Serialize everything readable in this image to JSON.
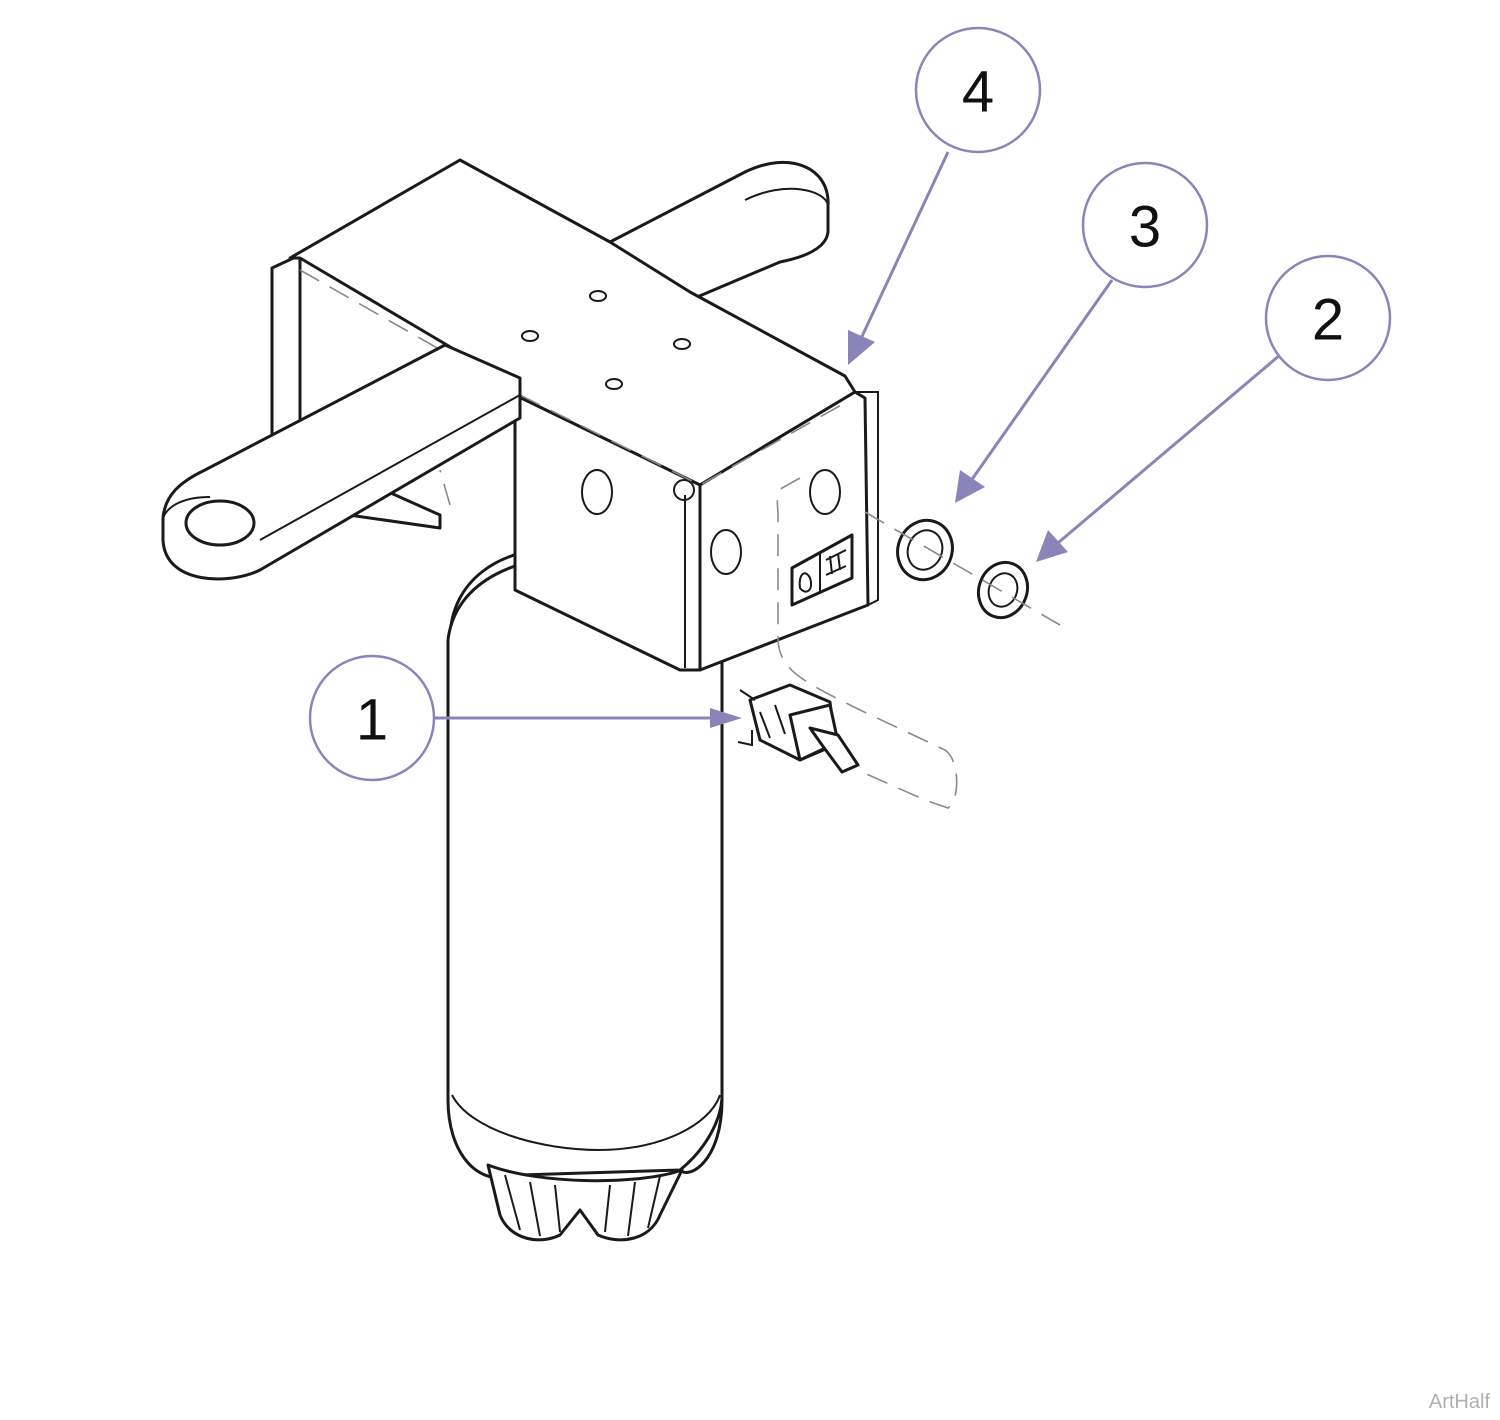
{
  "callouts": [
    {
      "id": "1",
      "label": "1"
    },
    {
      "id": "2",
      "label": "2"
    },
    {
      "id": "3",
      "label": "3"
    },
    {
      "id": "4",
      "label": "4"
    }
  ],
  "watermark": "ArtHalf",
  "colors": {
    "callout_stroke": "#8a84b8",
    "line": "#1a1a1a",
    "dash": "#8a8a8a"
  }
}
